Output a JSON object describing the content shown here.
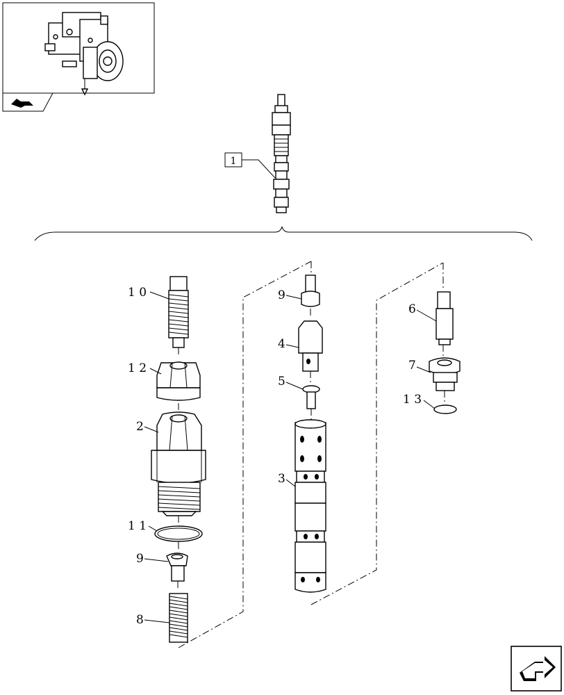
{
  "callouts": {
    "main": "1",
    "c10": "1 0",
    "c12": "1 2",
    "c2": "2",
    "c11": "1 1",
    "c9a": "9",
    "c8": "8",
    "c9b": "9",
    "c4": "4",
    "c5": "5",
    "c3": "3",
    "c6": "6",
    "c7": "7",
    "c13": "1 3"
  },
  "icons": {
    "thumbnail_back": "back-arrow-icon",
    "next_page": "next-page-arrow-icon"
  }
}
